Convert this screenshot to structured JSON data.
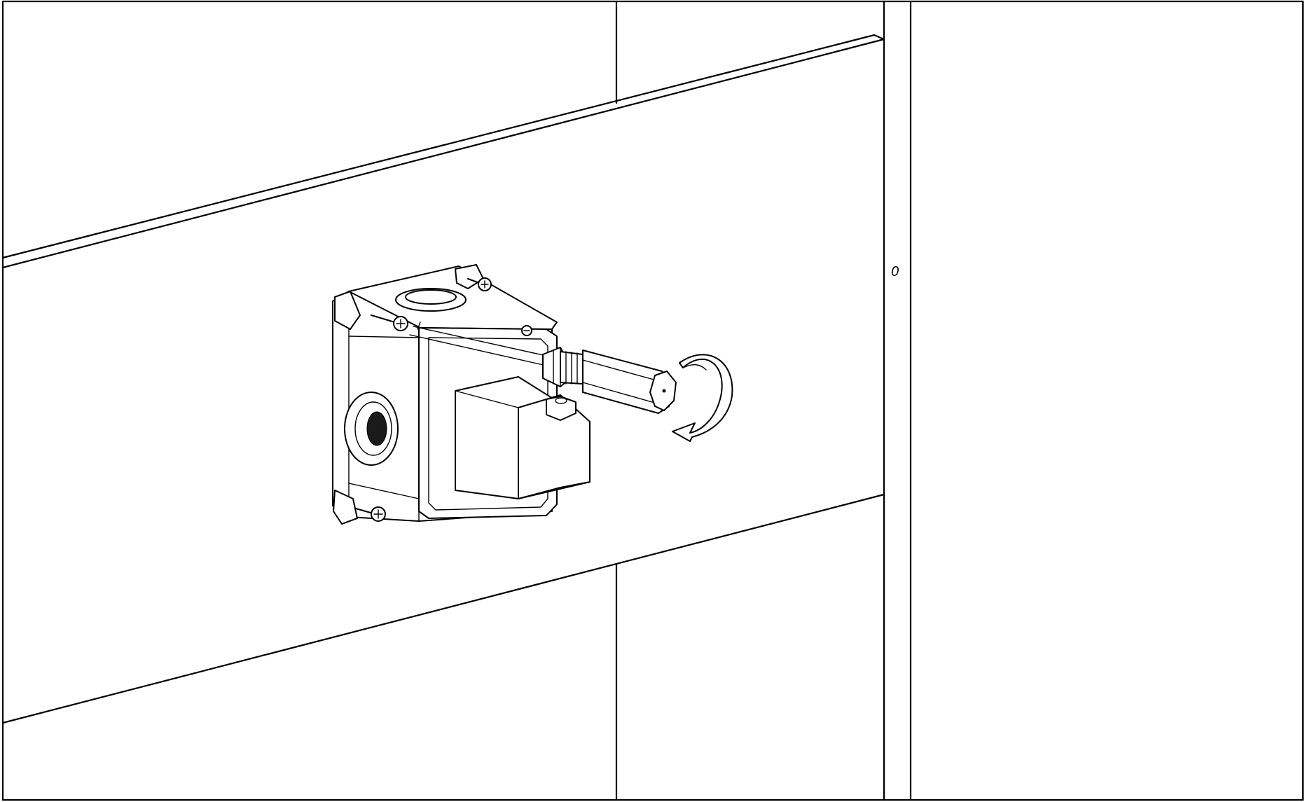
{
  "diagram": {
    "frame_label": "0",
    "colors": {
      "line": "#000000",
      "background": "#ffffff"
    },
    "parts": [
      "wall-panels",
      "wall-studs",
      "valve-body",
      "mounting-screws",
      "threaded-stem",
      "hex-extension-tool",
      "rotation-arrow-icon"
    ]
  }
}
